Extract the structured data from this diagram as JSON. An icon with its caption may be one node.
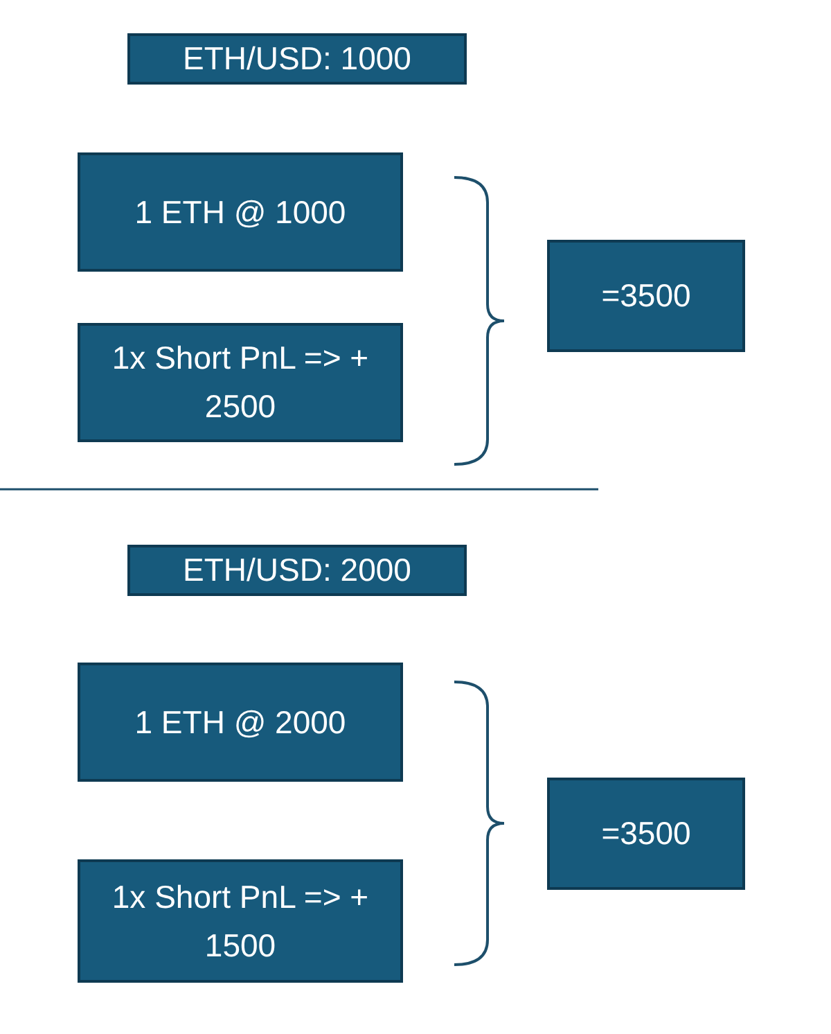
{
  "diagram": {
    "nodes": [
      {
        "text": [
          "ETH/USD: 1000"
        ]
      },
      {
        "text": [
          "1 ETH @ 1000"
        ]
      },
      {
        "text": [
          "1x Short PnL => + 2500"
        ]
      },
      {
        "text": [
          "=3500"
        ]
      },
      {
        "text": [
          "ETH/USD: 2000"
        ]
      },
      {
        "text": [
          "1 ETH @ 2000"
        ]
      },
      {
        "text": [
          "1x Short PnL => + 1500"
        ]
      },
      {
        "text": [
          "=3500"
        ]
      }
    ]
  }
}
